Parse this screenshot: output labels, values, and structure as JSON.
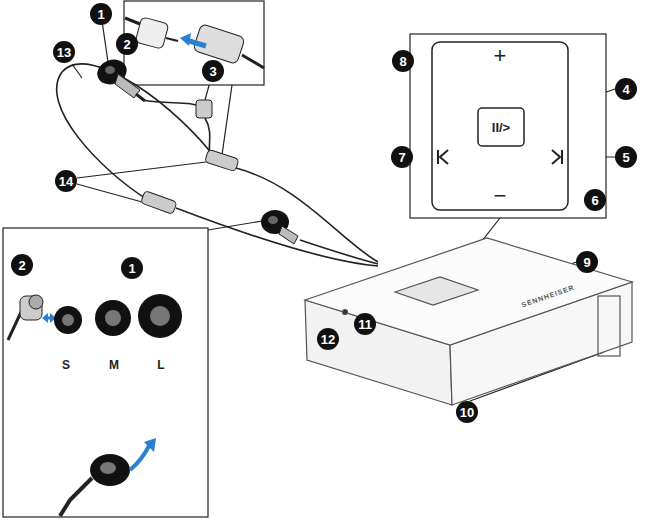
{
  "diagram": {
    "labels": [
      "1",
      "2",
      "3",
      "4",
      "5",
      "6",
      "7",
      "8",
      "9",
      "10",
      "11",
      "12",
      "13",
      "14",
      "2",
      "1",
      "S",
      "M",
      "L",
      "+",
      "II/>",
      "−",
      "SENNHEISER"
    ]
  }
}
